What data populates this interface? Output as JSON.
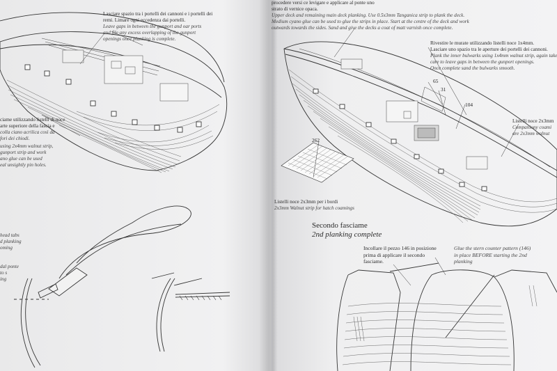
{
  "left_page": {
    "top_note_it": [
      "Lasciare spazio tra i portelli dei cannoni e i portelli dei",
      "remi. Limare ogni eccedenza dai portelli.",
      "Leave gaps in between the gunport and oar ports",
      "and file any excess overlapping of the gunport",
      "openings once planking is complete."
    ],
    "side_note": [
      "ciame utilizzando listelli di noce",
      "arte superiore della fascia e",
      "colla ciano acrilica così da",
      "fori dei chiodi.",
      "using 2x4mm walnut strip,",
      "gunport strip and work",
      "ano glue can be used",
      "eal unsightly pin holes."
    ],
    "bottom_note": [
      "head tabs",
      "d planking",
      "oming",
      "dal ponte",
      "to s",
      "ing"
    ]
  },
  "right_page": {
    "top_note": [
      "procedere versi ce",
      "strato di vernice opaca.",
      "Upper deck and remaining main deck planking. Use 0.5x3mm Tanganica strip to plank the deck.",
      "Medium cyano glue can be used to glue the strips in place. Start at the centre of the deck and work",
      "outwards towards the sides. Sand and give the decks a coat of matt varnish once complete."
    ],
    "top_note_extra": "levigare e applicare al ponte uno",
    "bulwark_note": [
      "Rivestire le murate utilizzando listelli noce 1x4mm.",
      "Lasciare uno spazio tra le aperture dei portelli dei cannoni.",
      "Plank the inner bulwarks using 1x4mm walnut strip, again take",
      "care to leave gaps in between the gunport openings.",
      "Once complete sand the bulwarks smooth."
    ],
    "coaming_note": [
      "Listelli noce 2x3mm",
      "Companiony coami",
      "are 2x3mm walnut"
    ],
    "hatch_note": [
      "Listelli noce 2x3mm per i bordi",
      "2x3mm Walnut strip for hatch coamings"
    ],
    "part_labels": {
      "p65": "65",
      "p31": "31",
      "p104": "104",
      "p262": "262"
    },
    "section_heading": "Secondo fasciame",
    "section_heading_en": "2nd planking complete",
    "stern_note_it": [
      "Incollare il pezzo 146 in posizione",
      "prima di applicare il secondo",
      "fasciame."
    ],
    "stern_note_en": [
      "Glue the stern counter pattern (146)",
      "in place BEFORE starting the 2nd",
      "planking"
    ]
  }
}
